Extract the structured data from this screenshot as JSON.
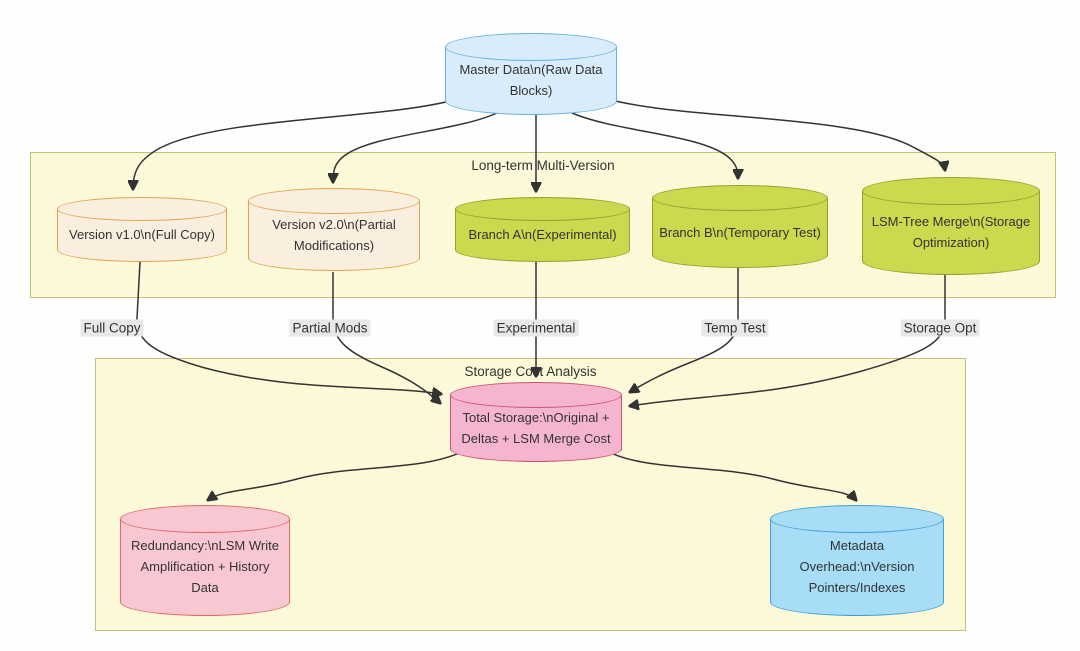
{
  "colors": {
    "canvas_bg": "#fefefe",
    "text": "#333333",
    "arrow": "#333333",
    "box_fill": "#fcf9d8",
    "box_stroke": "#c6c178",
    "edge_label_bg": "#e8e8e8",
    "master_fill": "#d8ecfb",
    "master_stroke": "#69b2e1",
    "version_fill": "#faeede",
    "version_stroke": "#dfa44e",
    "branch_fill": "#ccd94e",
    "branch_stroke": "#8da32f",
    "total_fill": "#f6b5cf",
    "total_stroke": "#cc5079",
    "redundancy_fill": "#f9c7d1",
    "redundancy_stroke": "#e06a6a",
    "metadata_fill": "#a7ddf6",
    "metadata_stroke": "#41a1d8"
  },
  "subgraphs": {
    "longterm": {
      "title": "Long-term Multi-Version"
    },
    "storage": {
      "title": "Storage Cost Analysis"
    }
  },
  "nodes": {
    "master": {
      "label": "Master Data\\n(Raw Data Blocks)"
    },
    "v1": {
      "label": "Version v1.0\\n(Full Copy)"
    },
    "v2": {
      "label": "Version v2.0\\n(Partial Modifications)"
    },
    "branch_a": {
      "label": "Branch A\\n(Experimental)"
    },
    "branch_b": {
      "label": "Branch B\\n(Temporary Test)"
    },
    "lsm": {
      "label": "LSM-Tree Merge\\n(Storage Optimization)"
    },
    "total": {
      "label": "Total Storage:\\nOriginal + Deltas + LSM Merge Cost"
    },
    "redundancy": {
      "label": "Redundancy:\\nLSM Write Amplification + History Data"
    },
    "metadata": {
      "label": "Metadata Overhead:\\nVersion Pointers/Indexes"
    }
  },
  "edge_labels": {
    "full_copy": "Full Copy",
    "partial_mods": "Partial Mods",
    "experimental": "Experimental",
    "temp_test": "Temp Test",
    "storage_opt": "Storage Opt"
  }
}
